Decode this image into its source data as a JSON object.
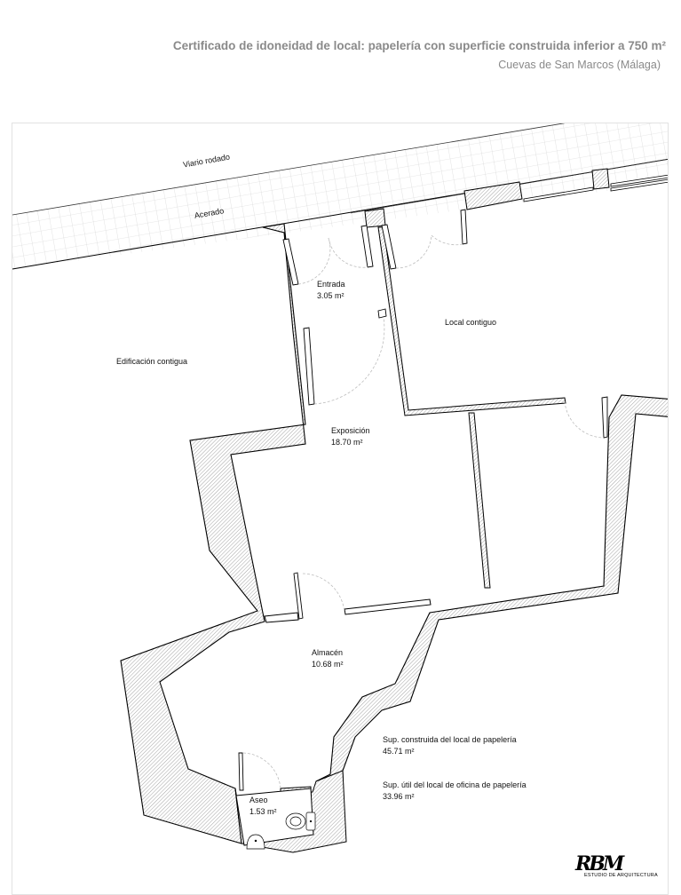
{
  "header": {
    "title": "Certificado de idoneidad de local: papelería con superficie construida inferior a 750 m²",
    "subtitle": "Cuevas de San Marcos (Málaga)"
  },
  "plan": {
    "street_labels": {
      "road": "Viario rodado",
      "sidewalk": "Acerado"
    },
    "neighbor_labels": {
      "building": "Edificación contigua",
      "shop": "Local contiguo"
    },
    "rooms": [
      {
        "name": "Entrada",
        "area": "3.05 m²"
      },
      {
        "name": "Exposición",
        "area": "18.70 m²"
      },
      {
        "name": "Almacén",
        "area": "10.68 m²"
      },
      {
        "name": "Aseo",
        "area": "1.53 m²"
      }
    ],
    "summary": [
      {
        "label": "Sup. construida del local de papelería",
        "value": "45.71 m²"
      },
      {
        "label": "Sup. útil del local de oficina de papelería",
        "value": "33.96 m²"
      }
    ],
    "colors": {
      "wall_line": "#000000",
      "hatch": "#9a9a9a",
      "grid": "#c8c8c8",
      "door_swing": "#bdbdbd",
      "title_text": "#8a8a8a"
    }
  },
  "footer": {
    "logo_mark": "RBM",
    "logo_text": "ESTUDIO DE ARQUITECTURA"
  }
}
